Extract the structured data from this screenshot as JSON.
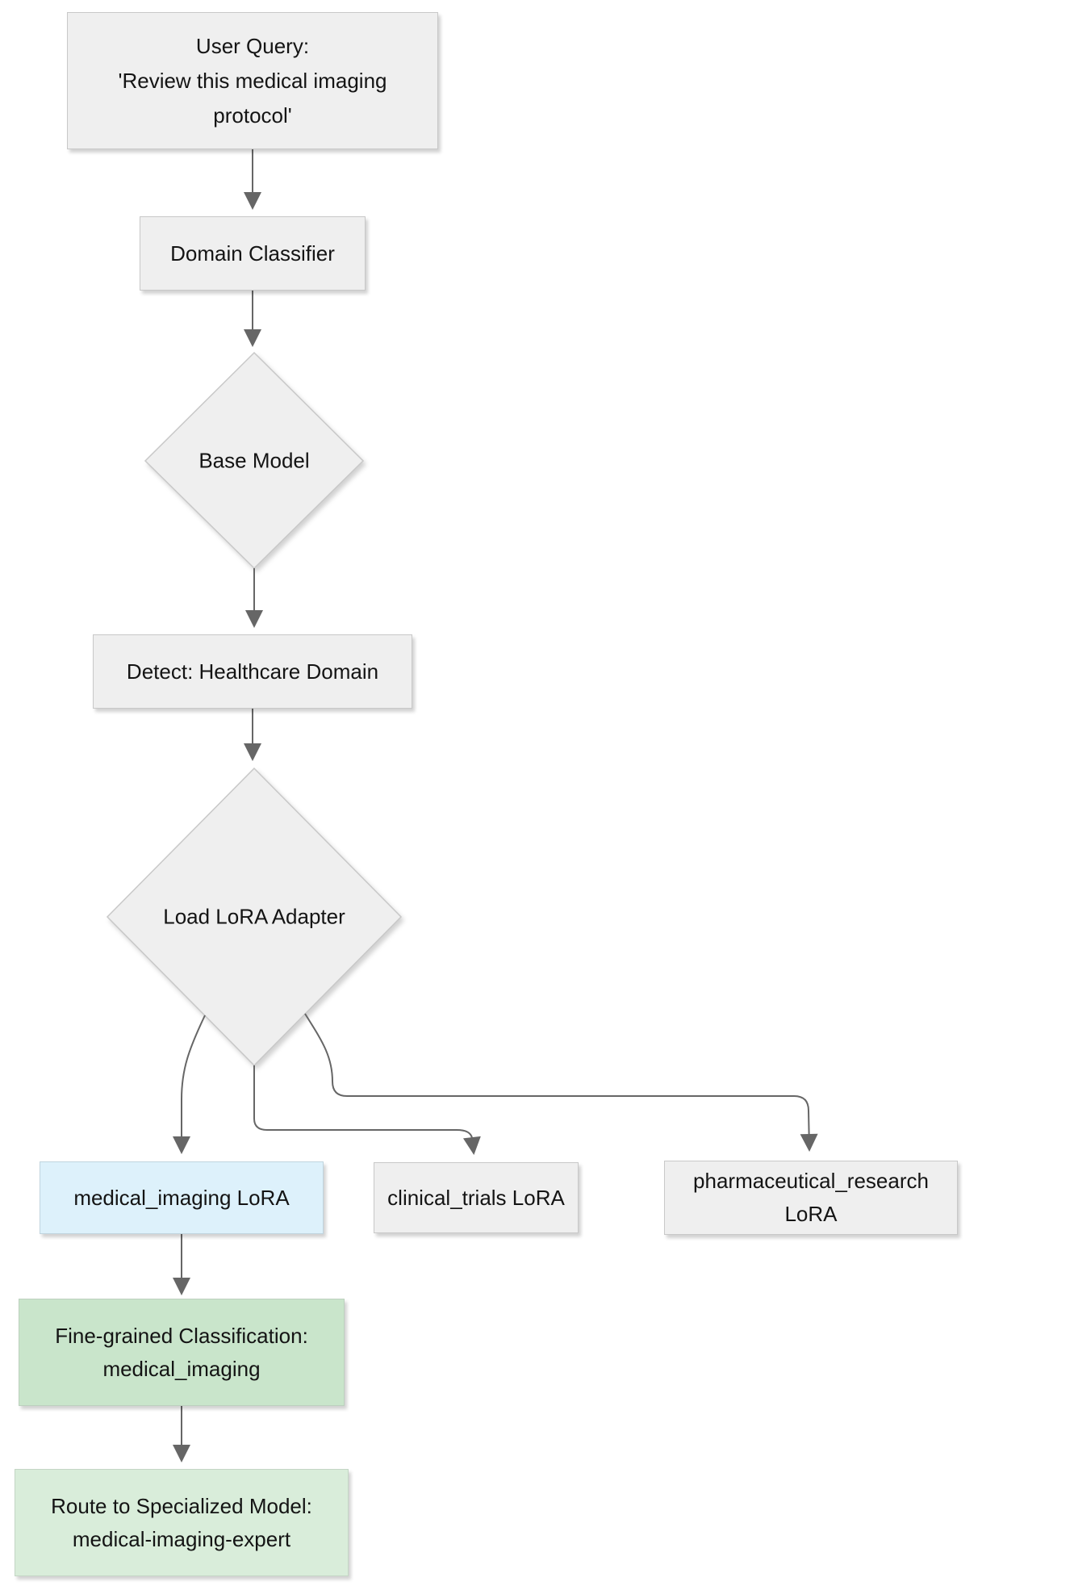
{
  "diagram": {
    "type": "flowchart",
    "direction": "top-down",
    "nodes": {
      "user_query": {
        "shape": "rectangle",
        "fill": "#efefef",
        "lines": [
          "User Query:",
          "'Review this medical imaging",
          "protocol'"
        ]
      },
      "domain_classifier": {
        "shape": "rectangle",
        "fill": "#efefef",
        "lines": [
          "Domain Classifier"
        ]
      },
      "base_model": {
        "shape": "diamond",
        "fill": "#efefef",
        "lines": [
          "Base Model"
        ]
      },
      "detect_healthcare_domain": {
        "shape": "rectangle",
        "fill": "#efefef",
        "lines": [
          "Detect: Healthcare Domain"
        ]
      },
      "load_lora_adapter": {
        "shape": "diamond",
        "fill": "#efefef",
        "lines": [
          "Load LoRA Adapter"
        ]
      },
      "medical_imaging_lora": {
        "shape": "rectangle",
        "fill": "#ddf1fb",
        "lines": [
          "medical_imaging LoRA"
        ]
      },
      "clinical_trials_lora": {
        "shape": "rectangle",
        "fill": "#efefef",
        "lines": [
          "clinical_trials LoRA"
        ]
      },
      "pharmaceutical_research_lora": {
        "shape": "rectangle",
        "fill": "#efefef",
        "lines": [
          "pharmaceutical_research LoRA"
        ]
      },
      "fine_grained_classification": {
        "shape": "rectangle",
        "fill": "#c9e5cb",
        "lines": [
          "Fine-grained Classification:",
          "medical_imaging"
        ]
      },
      "route_to_specialized_model": {
        "shape": "rectangle",
        "fill": "#d9edda",
        "lines": [
          "Route to Specialized Model:",
          "medical-imaging-expert"
        ]
      }
    },
    "edges": [
      {
        "from": "user_query",
        "to": "domain_classifier"
      },
      {
        "from": "domain_classifier",
        "to": "base_model"
      },
      {
        "from": "base_model",
        "to": "detect_healthcare_domain"
      },
      {
        "from": "detect_healthcare_domain",
        "to": "load_lora_adapter"
      },
      {
        "from": "load_lora_adapter",
        "to": "medical_imaging_lora"
      },
      {
        "from": "load_lora_adapter",
        "to": "clinical_trials_lora"
      },
      {
        "from": "load_lora_adapter",
        "to": "pharmaceutical_research_lora"
      },
      {
        "from": "medical_imaging_lora",
        "to": "fine_grained_classification"
      },
      {
        "from": "fine_grained_classification",
        "to": "route_to_specialized_model"
      }
    ],
    "colors": {
      "background": "#ffffff",
      "node_gray_fill": "#efefef",
      "node_blue_fill": "#ddf1fb",
      "node_green_fill": "#c9e5cb",
      "node_green_light_fill": "#d9edda",
      "node_border": "#c8c8c8",
      "edge_stroke": "#666666",
      "text": "#141414"
    }
  }
}
